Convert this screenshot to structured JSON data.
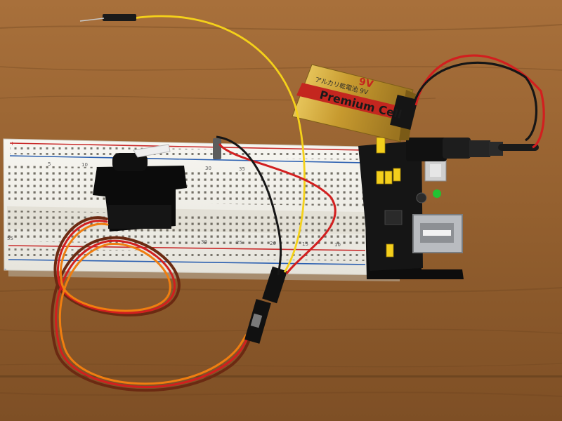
{
  "battery": {
    "brand": "Premium Cell",
    "voltage": "9V",
    "japanese": "アルカリ乾電池 9V",
    "body_color": "#c9a23a",
    "accent_color": "#d0261f"
  },
  "breadboard": {
    "row_numbers_top": [
      "5",
      "10",
      "30",
      "35"
    ],
    "row_numbers_bottom": [
      "55",
      "35",
      "30",
      "25",
      "20",
      "15",
      "10"
    ],
    "rail_plus": "+",
    "rail_minus": "-",
    "board_color": "#f2f1ec",
    "rail_red": "#c92a2a",
    "rail_blue": "#2b5fb0"
  },
  "wires": {
    "yellow": "#f4d11a",
    "red": "#d21f1f",
    "black": "#161616",
    "brown": "#6b2a12",
    "orange": "#f07e10"
  },
  "table_color": "#9b6634"
}
